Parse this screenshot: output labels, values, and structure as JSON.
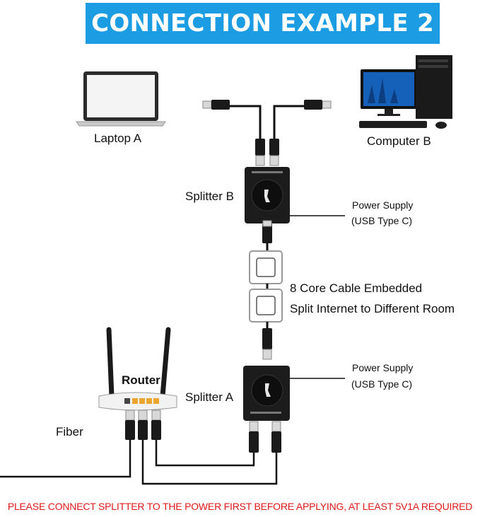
{
  "title": "CONNECTION EXAMPLE  2",
  "labels": {
    "laptop_a": "Laptop A",
    "computer_b": "Computer B",
    "splitter_b": "Splitter B",
    "splitter_a": "Splitter A",
    "router": "Router",
    "fiber": "Fiber",
    "power_supply_b_line1": "Power Supply",
    "power_supply_b_line2": "(USB Type C)",
    "power_supply_a_line1": "Power Supply",
    "power_supply_a_line2": "(USB Type C)",
    "cable_line1": "8 Core Cable Embedded",
    "cable_line2": "Split Internet to Different Room"
  },
  "footer": "PLEASE CONNECT SPLITTER TO THE POWER FIRST BEFORE APPLYING, AT LEAST 5V1A REQUIRED",
  "colors": {
    "banner": "#1b9ce3",
    "banner_text": "#ffffff",
    "footer_text": "#e01818",
    "splitter_body": "#1c1c1c",
    "cable": "#111111"
  }
}
